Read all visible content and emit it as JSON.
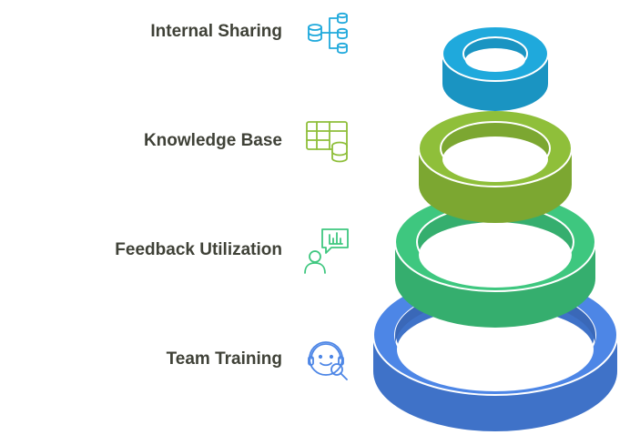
{
  "layers": [
    {
      "label": "Internal Sharing",
      "icon": "database-share-icon",
      "color": "#1fa9dc",
      "dark": "#1a94c2"
    },
    {
      "label": "Knowledge Base",
      "icon": "table-database-icon",
      "color": "#8fbf3a",
      "dark": "#7ca731"
    },
    {
      "label": "Feedback Utilization",
      "icon": "feedback-chat-person-icon",
      "color": "#3ec77f",
      "dark": "#35ae6e"
    },
    {
      "label": "Team Training",
      "icon": "headset-support-icon",
      "color": "#4d86e6",
      "dark": "#3f72c8"
    }
  ]
}
